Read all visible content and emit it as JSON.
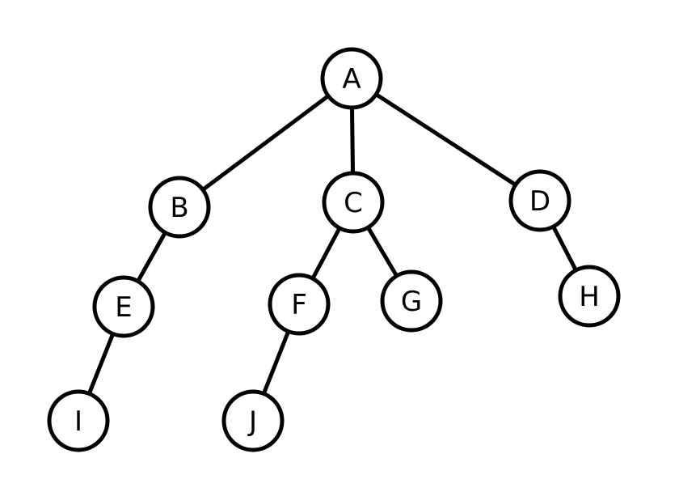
{
  "tree": {
    "nodes": [
      {
        "id": "A",
        "label": "A"
      },
      {
        "id": "B",
        "label": "B"
      },
      {
        "id": "C",
        "label": "C"
      },
      {
        "id": "D",
        "label": "D"
      },
      {
        "id": "E",
        "label": "E"
      },
      {
        "id": "F",
        "label": "F"
      },
      {
        "id": "G",
        "label": "G"
      },
      {
        "id": "H",
        "label": "H"
      },
      {
        "id": "I",
        "label": "I"
      },
      {
        "id": "J",
        "label": "J"
      }
    ],
    "edges": [
      [
        "A",
        "B"
      ],
      [
        "A",
        "C"
      ],
      [
        "A",
        "D"
      ],
      [
        "B",
        "E"
      ],
      [
        "C",
        "F"
      ],
      [
        "C",
        "G"
      ],
      [
        "D",
        "H"
      ],
      [
        "E",
        "I"
      ],
      [
        "F",
        "J"
      ]
    ]
  },
  "colors": {
    "node_fill": "#ffffff",
    "stroke": "#000000",
    "background": "#ffffff"
  }
}
